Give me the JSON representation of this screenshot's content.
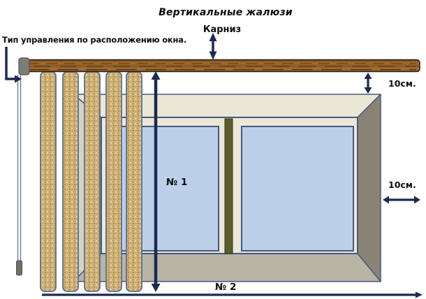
{
  "title": "Вертикальные жалюзи",
  "cornice": {
    "label": "Карниз"
  },
  "annotations": {
    "control_type": "Тип управления по расположению окна.",
    "top_gap": "10см.",
    "side_gap": "10см.",
    "height_mark": "№ 1",
    "width_mark": "№ 2"
  },
  "colors": {
    "arrow": "#1b2b4e",
    "wood": "#9a6a30",
    "wood_dark": "#5f3d16",
    "slat_fill": "#d2b67c",
    "slat_border": "#5c6f92",
    "glass": "#bcd0ea",
    "frame_cream": "#ece8d9",
    "frame_border": "#44597e",
    "reveal_top": "#ebe7d7",
    "reveal_right": "#8b8476",
    "reveal_bottom": "#b8b4a6",
    "reveal_left": "#d6d3c5",
    "divider": "#5d5c2c",
    "control_box": "#7c7d75",
    "text": "#0d0d0d"
  }
}
